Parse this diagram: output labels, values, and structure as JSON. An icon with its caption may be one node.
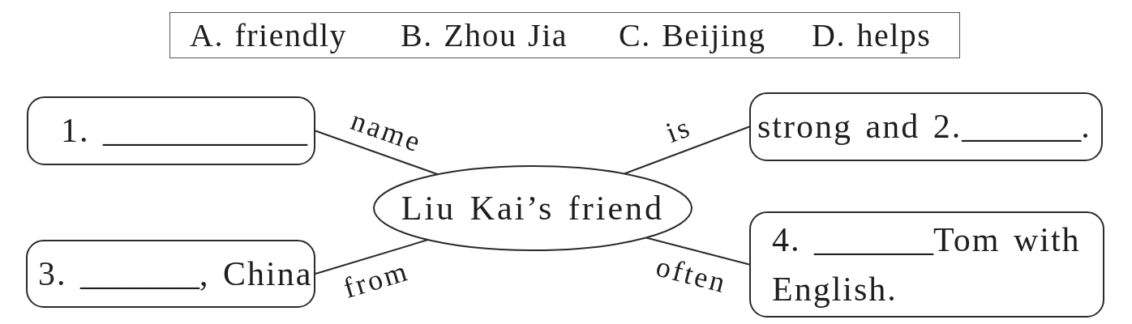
{
  "diagram": {
    "nodes": [
      {
        "text": [
          "A. friendly",
          "B. Zhou Jia",
          "C. Beijing",
          "D. helps"
        ]
      },
      {
        "text": [
          "1. ____________"
        ]
      },
      {
        "text": [
          "strong and 2._______."
        ]
      },
      {
        "text": [
          "Liu Kai’s friend"
        ]
      },
      {
        "text": [
          "3. _______, China"
        ]
      },
      {
        "text": [
          "4. _______Tom with English."
        ]
      }
    ],
    "edges": [
      {
        "from": 3,
        "to": 1,
        "arrow": "none",
        "label": "name"
      },
      {
        "from": 3,
        "to": 2,
        "arrow": "none",
        "label": "is"
      },
      {
        "from": 3,
        "to": 4,
        "arrow": "none",
        "label": "from"
      },
      {
        "from": 3,
        "to": 5,
        "arrow": "none",
        "label": "often"
      }
    ]
  }
}
